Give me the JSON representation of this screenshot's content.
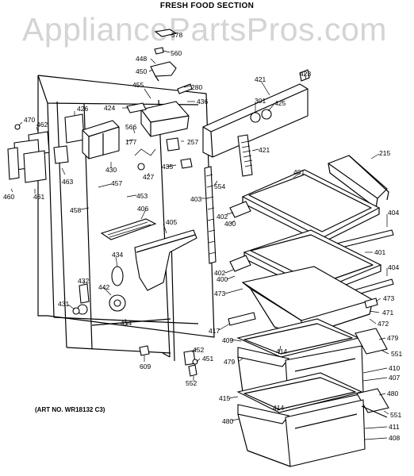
{
  "title": "FRESH FOOD SECTION",
  "watermark": "AppliancePartsPros.com",
  "art_no": "(ART NO. WR18132 C3)",
  "labels": [
    {
      "id": "578",
      "text": "578"
    },
    {
      "id": "560",
      "text": "560"
    },
    {
      "id": "448",
      "text": "448"
    },
    {
      "id": "450",
      "text": "450"
    },
    {
      "id": "455",
      "text": "455"
    },
    {
      "id": "280",
      "text": "280"
    },
    {
      "id": "421a",
      "text": "421"
    },
    {
      "id": "423",
      "text": "423"
    },
    {
      "id": "424",
      "text": "424"
    },
    {
      "id": "436",
      "text": "436"
    },
    {
      "id": "301",
      "text": "301"
    },
    {
      "id": "425",
      "text": "425"
    },
    {
      "id": "426",
      "text": "426"
    },
    {
      "id": "470",
      "text": "470"
    },
    {
      "id": "462",
      "text": "462"
    },
    {
      "id": "566",
      "text": "566"
    },
    {
      "id": "177",
      "text": "177"
    },
    {
      "id": "257",
      "text": "257"
    },
    {
      "id": "421b",
      "text": "421"
    },
    {
      "id": "215",
      "text": "215"
    },
    {
      "id": "430",
      "text": "430"
    },
    {
      "id": "463",
      "text": "463"
    },
    {
      "id": "427",
      "text": "427"
    },
    {
      "id": "435",
      "text": "435"
    },
    {
      "id": "401a",
      "text": "401"
    },
    {
      "id": "460",
      "text": "460"
    },
    {
      "id": "461",
      "text": "461"
    },
    {
      "id": "457",
      "text": "457"
    },
    {
      "id": "554",
      "text": "554"
    },
    {
      "id": "453",
      "text": "453"
    },
    {
      "id": "403",
      "text": "403"
    },
    {
      "id": "458",
      "text": "458"
    },
    {
      "id": "406",
      "text": "406"
    },
    {
      "id": "402a",
      "text": "402"
    },
    {
      "id": "404a",
      "text": "404"
    },
    {
      "id": "405",
      "text": "405"
    },
    {
      "id": "400a",
      "text": "400"
    },
    {
      "id": "401b",
      "text": "401"
    },
    {
      "id": "434",
      "text": "434"
    },
    {
      "id": "404b",
      "text": "404"
    },
    {
      "id": "402b",
      "text": "402"
    },
    {
      "id": "432",
      "text": "432"
    },
    {
      "id": "400b",
      "text": "400"
    },
    {
      "id": "442",
      "text": "442"
    },
    {
      "id": "473a",
      "text": "473"
    },
    {
      "id": "473b",
      "text": "473"
    },
    {
      "id": "431",
      "text": "431"
    },
    {
      "id": "471",
      "text": "471"
    },
    {
      "id": "454",
      "text": "454"
    },
    {
      "id": "417",
      "text": "417"
    },
    {
      "id": "472",
      "text": "472"
    },
    {
      "id": "409",
      "text": "409"
    },
    {
      "id": "414a",
      "text": "414"
    },
    {
      "id": "479a",
      "text": "479"
    },
    {
      "id": "452",
      "text": "452"
    },
    {
      "id": "451",
      "text": "451"
    },
    {
      "id": "551a",
      "text": "551"
    },
    {
      "id": "609",
      "text": "609"
    },
    {
      "id": "479b",
      "text": "479"
    },
    {
      "id": "410",
      "text": "410"
    },
    {
      "id": "552",
      "text": "552"
    },
    {
      "id": "407",
      "text": "407"
    },
    {
      "id": "415",
      "text": "415"
    },
    {
      "id": "480a",
      "text": "480"
    },
    {
      "id": "414b",
      "text": "414"
    },
    {
      "id": "551b",
      "text": "551"
    },
    {
      "id": "480b",
      "text": "480"
    },
    {
      "id": "411",
      "text": "411"
    },
    {
      "id": "408",
      "text": "408"
    }
  ]
}
